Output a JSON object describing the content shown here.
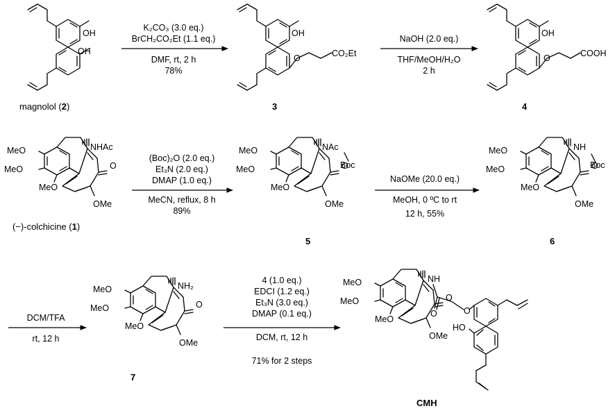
{
  "colors": {
    "ink": "#000000",
    "background": "#ffffff"
  },
  "compounds": {
    "magnolol": {
      "name": "magnolol (",
      "num": "2",
      "close": ")"
    },
    "c3": {
      "num": "3"
    },
    "c4": {
      "num": "4"
    },
    "colchicine": {
      "name": "(−)-colchicine (",
      "num": "1",
      "close": ")"
    },
    "c5": {
      "num": "5"
    },
    "c6": {
      "num": "6"
    },
    "c7": {
      "num": "7"
    },
    "cmh": {
      "num": "CMH"
    }
  },
  "atoms": {
    "oh": "OH",
    "co2et": "CO₂Et",
    "cooh": "COOH",
    "meo": "MeO",
    "ome": "OMe",
    "o": "O",
    "nhac": "NHAc",
    "nac": "NAc",
    "nh": "NH",
    "boc": "Boc",
    "nh2": "NH₂",
    "ho": "HO"
  },
  "steps": {
    "s1": [
      "K₂CO₃ (3.0 eq.)",
      "BrCH₂CO₂Et (1.1 eq.)",
      "DMF, rt, 2 h",
      "78%"
    ],
    "s2": [
      "NaOH (2.0 eq.)",
      "THF/MeOH/H₂O",
      "2 h"
    ],
    "s3": [
      "(Boc)₂O (2.0 eq.)",
      "Et₃N (2.0 eq.)",
      "DMAP (1.0 eq.)",
      "MeCN, reflux, 8 h",
      "89%"
    ],
    "s4": [
      "NaOMe (20.0 eq.)",
      "MeOH, 0 ºC to rt",
      "12 h, 55%"
    ],
    "s5": [
      "DCM/TFA",
      "rt, 12 h"
    ],
    "s6": [
      "4 (1.0 eq.)",
      "EDCI (1.2 eq.)",
      "Et₃N (3.0 eq.)",
      "DMAP (0.1 eq.)",
      "DCM, rt, 12 h",
      "71% for 2 steps"
    ]
  }
}
